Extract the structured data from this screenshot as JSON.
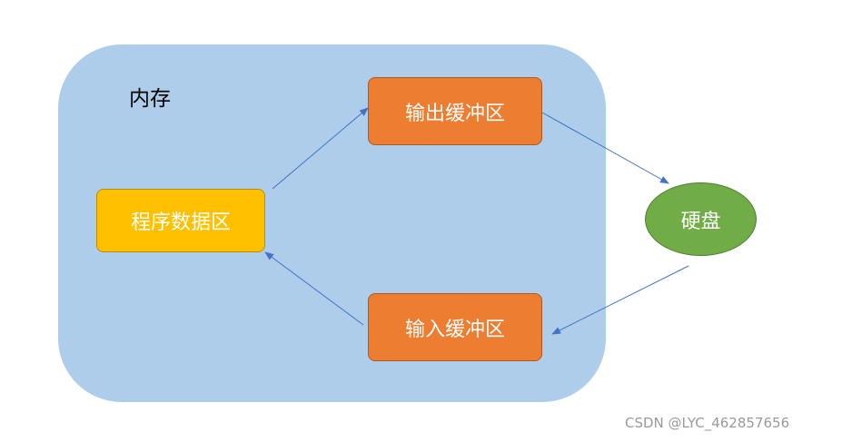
{
  "diagram": {
    "memory_label": "内存",
    "output_buffer_label": "输出缓冲区",
    "input_buffer_label": "输入缓冲区",
    "program_data_label": "程序数据区",
    "disk_label": "硬盘"
  },
  "watermark": "CSDN @LYC_462857656",
  "colors": {
    "memory_fill": "#adcdea",
    "buffer_fill": "#ed7d31",
    "program_data_fill": "#ffc000",
    "disk_fill": "#70ad47",
    "arrow_color": "#4472c4",
    "label_text": "#ffffff"
  },
  "edges": [
    {
      "from": "程序数据区",
      "to": "输出缓冲区"
    },
    {
      "from": "输出缓冲区",
      "to": "硬盘"
    },
    {
      "from": "硬盘",
      "to": "输入缓冲区"
    },
    {
      "from": "输入缓冲区",
      "to": "程序数据区"
    }
  ]
}
